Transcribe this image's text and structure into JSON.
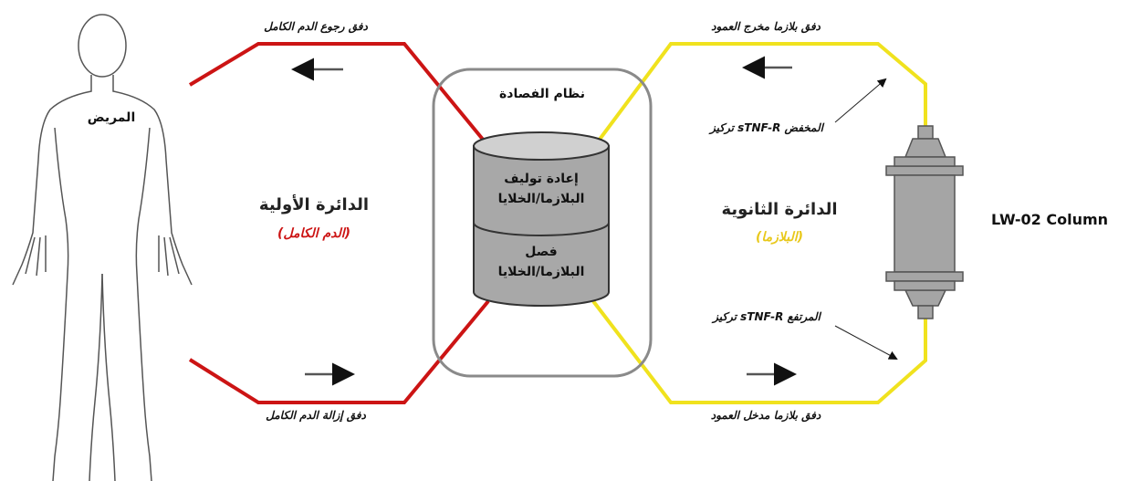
{
  "patient_label": "المريض",
  "system_label": "نظام الفصادة",
  "primary_circuit": {
    "title": "الدائرة الأولية",
    "subtitle": "(الدم الكامل)",
    "color": "#cc1414"
  },
  "secondary_circuit": {
    "title": "الدائرة الثانوية",
    "subtitle": "(البلازما)",
    "color": "#f0e21e"
  },
  "flows": {
    "whole_blood_return": "دفق رجوع الدم الكامل",
    "whole_blood_removal": "دفق إزالة الدم الكامل",
    "plasma_column_outlet": "دفق بلازما مخرج العمود",
    "plasma_column_inlet": "دفق بلازما مدخل العمود"
  },
  "concentration": {
    "low": "تركيز sTNF-R المخفض",
    "high": "تركيز sTNF-R المرتفع"
  },
  "cylinder": {
    "top_line1": "إعادة توليف",
    "top_line2": "البلازما/الخلايا",
    "bottom_line1": "فصل",
    "bottom_line2": "البلازما/الخلايا"
  },
  "column_label": "LW-02 Column",
  "colors": {
    "red_line": "#cc1414",
    "yellow_line": "#f0e21e",
    "cylinder": "#a8a8a8",
    "column": "#a5a5a5"
  }
}
